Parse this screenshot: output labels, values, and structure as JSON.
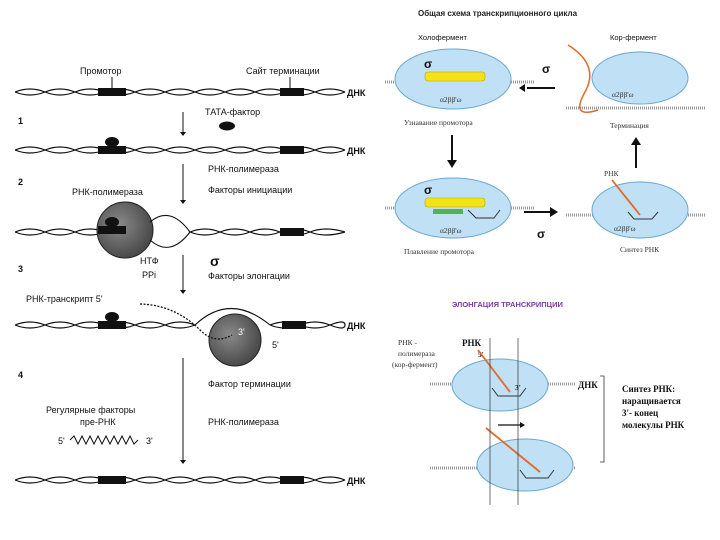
{
  "left": {
    "top_labels": {
      "promoter": "Промотор",
      "term_site": "Сайт терминации",
      "dna": "ДНК"
    },
    "step_numbers": [
      "1",
      "2",
      "3",
      "4"
    ],
    "tata_factor": "ТАТА-фактор",
    "rnap_label": "РНК-полимераза",
    "rnap_side": "РНК-полимераза",
    "init_factors": "Факторы инициации",
    "ntp": "НТФ",
    "ppi": "PPi",
    "sigma": "σ",
    "elong_factors": "Факторы элонгации",
    "transcript": "РНК-транскрипт 5'",
    "three_prime": "3'",
    "five_prime": "5'",
    "term_factor": "Фактор терминации",
    "regulatory": "Регулярные факторы",
    "pre_rna": "пре-РНК",
    "rnap_release": "РНК-полимераза",
    "pre_rna_5": "5'",
    "pre_rna_3": "3'"
  },
  "right_top": {
    "title": "Общая схема транскрипционного цикла",
    "holoenzyme": "Холофермент",
    "core_enzyme": "Кор-фермент",
    "sigma": "σ",
    "subunits": "α2ββ'ω",
    "binding": "Узнавание промотора",
    "termination": "Терминация",
    "melting": "Плавление промотора",
    "synthesis": "Синтез РНК",
    "rna": "РНК"
  },
  "right_bottom": {
    "title": "ЭЛОНГАЦИЯ ТРАНСКРИПЦИИ",
    "rnap": "РНК - полимераза (кор-фермент)",
    "rna": "РНК",
    "five": "5'",
    "three": "3'",
    "dna": "ДНК",
    "note_lines": [
      "Синтез РНК:",
      "наращивается",
      "3'- конец",
      "молекулы РНК"
    ]
  }
}
